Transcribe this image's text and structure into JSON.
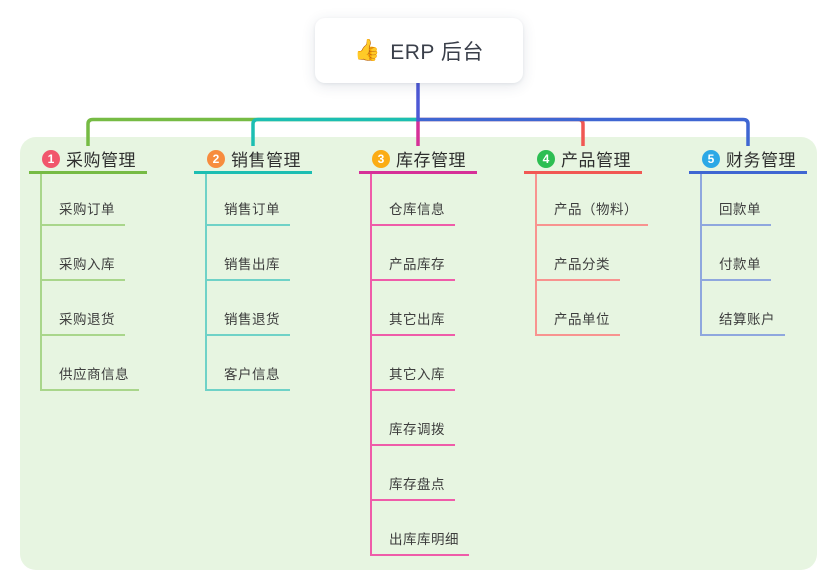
{
  "root": {
    "emoji": "👍",
    "label": "ERP 后台"
  },
  "branches": [
    {
      "badge": "1",
      "label": "采购管理",
      "badge_color": "#F1566C",
      "line_color": "#76BB44",
      "child_line_color": "#A9D68B",
      "children": [
        "采购订单",
        "采购入库",
        "采购退货",
        "供应商信息"
      ]
    },
    {
      "badge": "2",
      "label": "销售管理",
      "badge_color": "#F78C3E",
      "line_color": "#1CBEB2",
      "child_line_color": "#6FD2C7",
      "children": [
        "销售订单",
        "销售出库",
        "销售退货",
        "客户信息"
      ]
    },
    {
      "badge": "3",
      "label": "库存管理",
      "badge_color": "#FBAC14",
      "line_color": "#D63098",
      "child_line_color": "#EF5CA9",
      "children": [
        "仓库信息",
        "产品库存",
        "其它出库",
        "其它入库",
        "库存调拨",
        "库存盘点",
        "出库库明细"
      ]
    },
    {
      "badge": "4",
      "label": "产品管理",
      "badge_color": "#2DBE52",
      "line_color": "#F15753",
      "child_line_color": "#F8938F",
      "children": [
        "产品（物料）",
        "产品分类",
        "产品单位"
      ]
    },
    {
      "badge": "5",
      "label": "财务管理",
      "badge_color": "#2CA8E6",
      "line_color": "#3F66D2",
      "child_line_color": "#8FA7DE",
      "children": [
        "回款单",
        "付款单",
        "结算账户"
      ]
    }
  ],
  "colors": {
    "panel_background": "#E7F5E1",
    "root_line": "#4D58D5"
  }
}
